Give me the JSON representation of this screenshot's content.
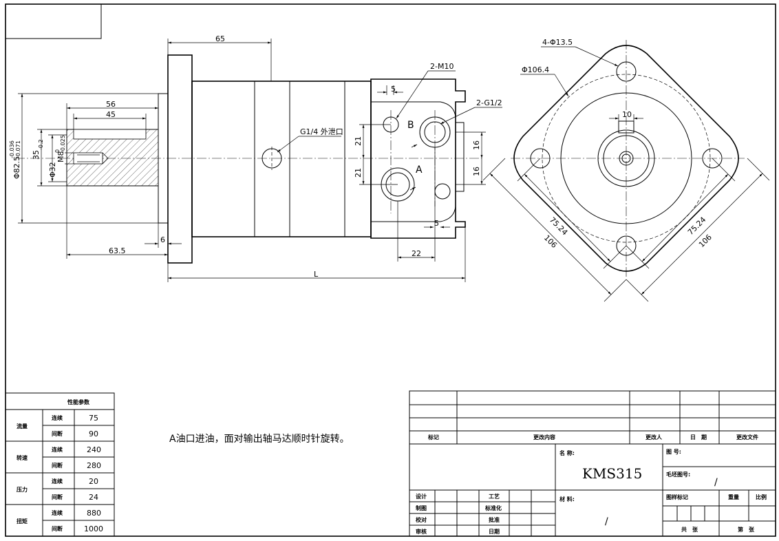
{
  "dimensions": {
    "d65": "65",
    "d56": "56",
    "d45": "45",
    "d63_5": "63.5",
    "d6": "6",
    "dL": "L",
    "d22": "22",
    "d5_top": "5",
    "d5_bot": "5",
    "d21_top": "21",
    "d21_bot": "21",
    "d16_top": "16",
    "d16_bot": "16",
    "d10": "10",
    "dia_82_5": "Φ82.5",
    "tol_82_5_upper": "-0.036",
    "tol_82_5_lower": "-0.071",
    "d35": "35",
    "tol_35": "-0.2",
    "dia_32": "Φ32",
    "tol_32_upper": "0",
    "tol_32_lower": "-0.025",
    "thread_m8": "M8",
    "d75_24_left": "75.24",
    "d106_left": "106",
    "d75_24_right": "75.24",
    "d106_right": "106",
    "holes_label": "4-Φ13.5",
    "pcd_label": "Φ106.4"
  },
  "callouts": {
    "m10": "2-M10",
    "g12": "2-G1/2",
    "g14": "G1/4 外泄口",
    "port_a": "A",
    "port_b": "B"
  },
  "note": "A油口进油，面对输出轴马达顺时针旋转。",
  "performance": {
    "title": "性能参数",
    "groups": [
      {
        "name": "流量",
        "rows": [
          {
            "mode": "连续",
            "value": "75"
          },
          {
            "mode": "间断",
            "value": "90"
          }
        ]
      },
      {
        "name": "转速",
        "rows": [
          {
            "mode": "连续",
            "value": "240"
          },
          {
            "mode": "间断",
            "value": "280"
          }
        ]
      },
      {
        "name": "压力",
        "rows": [
          {
            "mode": "连续",
            "value": "20"
          },
          {
            "mode": "间断",
            "value": "24"
          }
        ]
      },
      {
        "name": "扭矩",
        "rows": [
          {
            "mode": "连续",
            "value": "880"
          },
          {
            "mode": "间断",
            "value": "1000"
          }
        ]
      }
    ]
  },
  "title_block": {
    "rev_headers": [
      "标记",
      "更改内容",
      "更改人",
      "日　期",
      "更改文件"
    ],
    "name_label": "名 称:",
    "product_name": "KMS315",
    "material_label": "材 料:",
    "material_value": "/",
    "drawing_no_label": "图 号:",
    "blank_no_label": "毛坯图号:",
    "blank_no_value": "/",
    "stage_label": "图样标记",
    "weight_label": "重量",
    "scale_label": "比例",
    "sheets_total": "共　张",
    "sheet_no": "第　张",
    "sign_left": [
      "设计",
      "制图",
      "校对",
      "审核"
    ],
    "sign_right": [
      "工艺",
      "标准化",
      "批准",
      "日期"
    ]
  }
}
